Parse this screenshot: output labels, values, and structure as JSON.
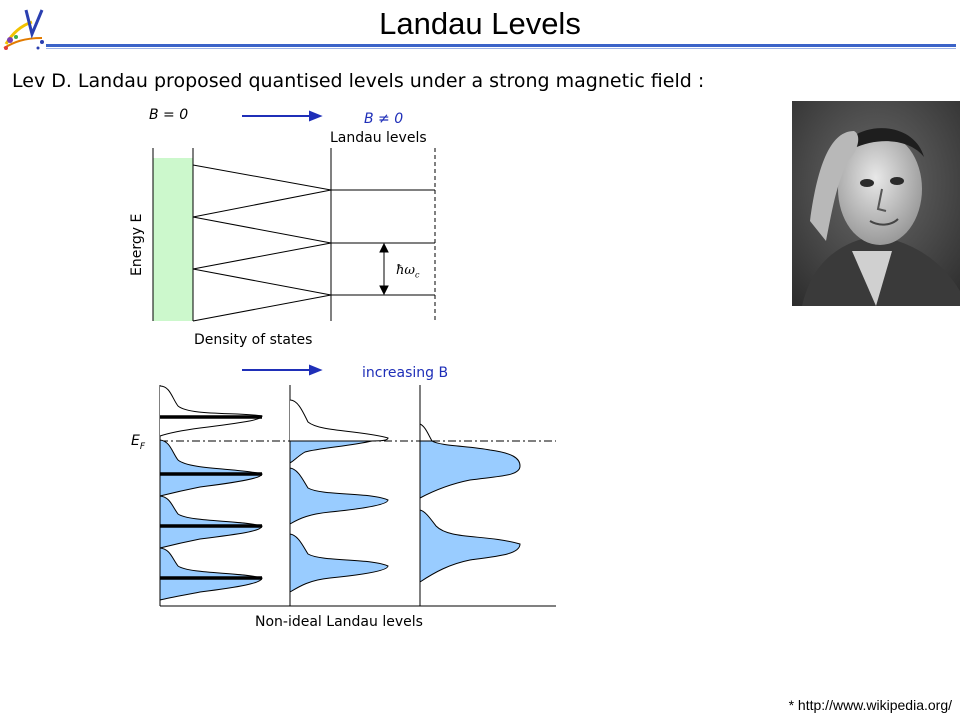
{
  "header": {
    "title": "Landau Levels"
  },
  "subtitle": "Lev D. Landau proposed quantised levels under a strong magnetic field :",
  "diagram_top": {
    "b_zero_label": "B = 0",
    "b_nonzero_label": "B ≠ 0",
    "landau_levels_label": "Landau levels",
    "energy_axis_label": "Energy E",
    "dos_label": "Density of states",
    "spacing_label": "ħω",
    "spacing_subscript": "c"
  },
  "diagram_bottom": {
    "increasing_label": "increasing B",
    "fermi_label": "E",
    "fermi_subscript": "F",
    "caption": "Non-ideal Landau levels"
  },
  "colors": {
    "accent_blue": "#1f2fb8",
    "rule_blue": "#3b63c8",
    "dos_green": "#ccf8cc",
    "level_fill_blue": "#99ccff"
  },
  "footnote": "* http://www.wikipedia.org/"
}
